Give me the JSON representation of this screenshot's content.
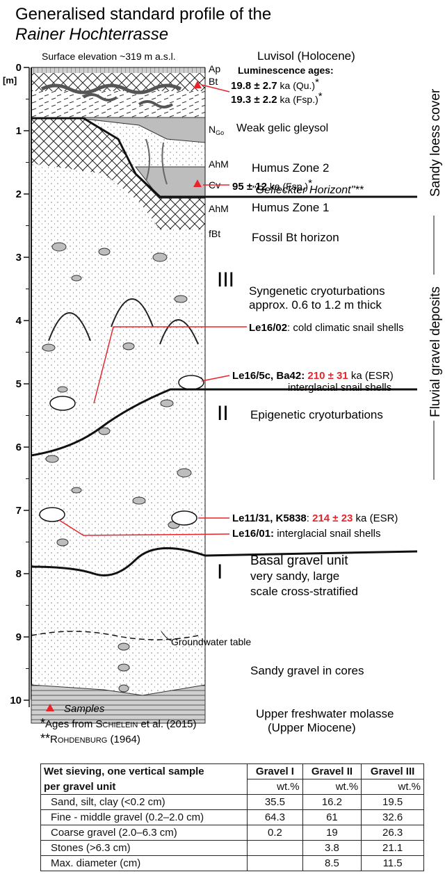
{
  "title": {
    "line1": "Generalised standard profile of the",
    "line2": "Rainer Hochterrasse"
  },
  "surface_elevation": "Surface elevation ~319 m a.s.l.",
  "depth_axis": {
    "unit": "[m]",
    "ticks": [
      "0",
      "1",
      "2",
      "3",
      "4",
      "5",
      "6",
      "7",
      "8",
      "9",
      "10"
    ]
  },
  "horizons": {
    "ap": "Ap",
    "bt": "Bt",
    "ngo_main": "N",
    "ngo_sub": "Go",
    "ahm2": "AhM",
    "cv": "Cv",
    "ahm1": "AhM",
    "fbt": "fBt"
  },
  "descriptions": {
    "luvisol": "Luvisol (Holocene)",
    "lum_heading": "Luminescence ages:",
    "age1_value": "19.8 ± 2.7",
    "age1_unit": " ka (Qu.)",
    "age1_star": "*",
    "age2_value": "19.3 ± 2.2",
    "age2_unit": " ka (Fsp.)",
    "age2_star": "*",
    "gleysol": "Weak gelic gleysol",
    "humus2": "Humus Zone 2",
    "gefleckter": "\"Gefleckter Horizont\"**",
    "humus1": "Humus Zone 1",
    "age3_value": "95 ± 12",
    "age3_unit": " ka (Fsp.)",
    "age3_star": "*",
    "fossil_bt": "Fossil Bt horizon",
    "unit3_numeral": "III",
    "syngenetic1": "Syngenetic cryoturbations",
    "syngenetic2": "approx. 0.6 to 1.2 m thick",
    "le1602_id": "Le16/02",
    "le1602_text": ": cold climatic snail shells",
    "le165c_id": "Le16/5c, Ba42:",
    "le165c_age": "210 ± 31",
    "le165c_unit": " ka (ESR)",
    "interglacial_shells": "interglacial snail shells",
    "unit2_numeral": "II",
    "epigenetic": "Epigenetic cryoturbations",
    "le1131_id": "Le11/31, K5838",
    "le1131_colon": ":",
    "le1131_age": "214 ± 23",
    "le1131_unit": " ka (ESR)",
    "le1601_id": "Le16/01:",
    "le1601_text": " interglacial snail shells",
    "unit1_numeral": "I",
    "basal1": "Basal gravel unit",
    "basal2": "very sandy, large",
    "basal3": "scale cross-stratified",
    "groundwater": "Groundwater table",
    "sandy_gravel": "Sandy gravel in cores",
    "molasse1": "Upper freshwater molasse",
    "molasse2": "(Upper Miocene)"
  },
  "side_labels": {
    "loess": "Sandy loess cover",
    "fluvial": "Fluvial gravel deposits"
  },
  "legend": {
    "samples": "Samples",
    "ages_star": "*",
    "ages_text": "Ages from ",
    "ages_author": "Schielein",
    "ages_rest": " et al. (2015)",
    "rohden_star": "**",
    "rohden_author": "Rohdenburg",
    "rohden_rest": " (1964)"
  },
  "colors": {
    "sample_marker": "#e8232a",
    "age_highlight": "#e8232a",
    "humus_fill": "#bdbdbd",
    "molasse_fill": "#cfcfcf"
  },
  "table": {
    "header_line1": "Wet sieving, one vertical sample",
    "header_line2": "per gravel unit",
    "columns": [
      "Gravel I",
      "Gravel II",
      "Gravel III"
    ],
    "units": [
      "wt.%",
      "wt.%",
      "wt.%"
    ],
    "rows": [
      {
        "label": "Sand, silt, clay (<0.2 cm)",
        "values": [
          "35.5",
          "16.2",
          "19.5"
        ]
      },
      {
        "label": "Fine - middle gravel  (0.2–2.0 cm)",
        "values": [
          "64.3",
          "61",
          "32.6"
        ]
      },
      {
        "label": "Coarse gravel (2.0–6.3 cm)",
        "values": [
          "0.2",
          "19",
          "26.3"
        ]
      },
      {
        "label": "Stones (>6.3 cm)",
        "values": [
          "",
          "3.8",
          "21.1"
        ]
      },
      {
        "label": "Max. diameter (cm)",
        "values": [
          "",
          "8.5",
          "11.5"
        ]
      }
    ]
  }
}
